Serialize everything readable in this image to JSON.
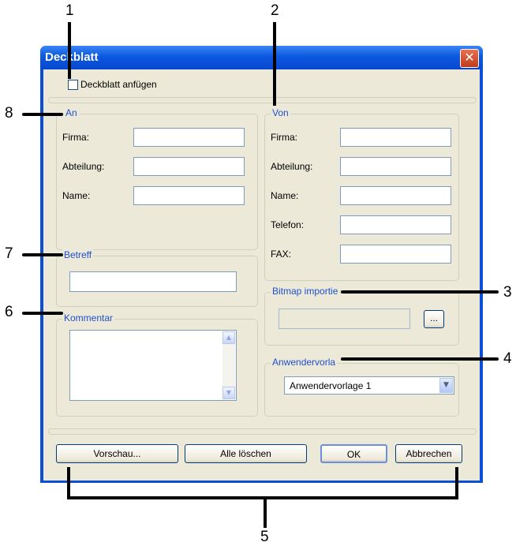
{
  "callouts": [
    "1",
    "2",
    "3",
    "4",
    "5",
    "6",
    "7",
    "8"
  ],
  "dialog": {
    "title": "Deckblatt",
    "close_symbol": "✕",
    "checkbox_label": "Deckblatt anfügen",
    "an": {
      "title": "An",
      "firma_label": "Firma:",
      "abteilung_label": "Abteilung:",
      "name_label": "Name:"
    },
    "von": {
      "title": "Von",
      "firma_label": "Firma:",
      "abteilung_label": "Abteilung:",
      "name_label": "Name:",
      "telefon_label": "Telefon:",
      "fax_label": "FAX:"
    },
    "betreff_title": "Betreff",
    "kommentar_title": "Kommentar",
    "bitmap_title": "Bitmap importie",
    "browse_label": "...",
    "anwender_title": "Anwendervorla",
    "anwender_selected": "Anwendervorlage 1",
    "buttons": {
      "preview": "Vorschau...",
      "clear": "Alle löschen",
      "ok": "OK",
      "cancel": "Abbrechen"
    }
  }
}
